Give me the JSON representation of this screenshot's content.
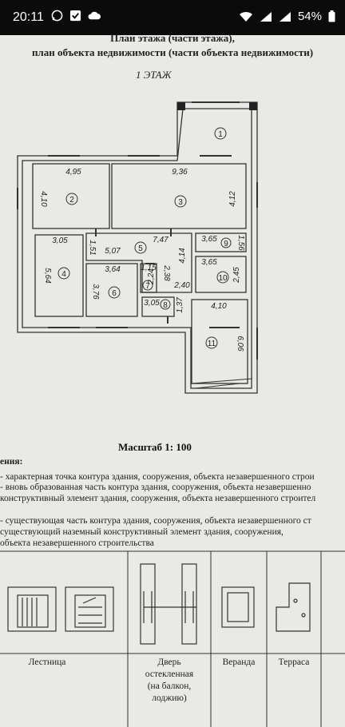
{
  "status_bar": {
    "time": "20:11",
    "battery": "54%"
  },
  "header": {
    "line1": "План этажа (части этажа),",
    "line2": "план объекта недвижимости (части объекта недвижимости)"
  },
  "floor_label": "1 ЭТАЖ",
  "dims": {
    "d495": "4,95",
    "d936": "9,36",
    "d410a": "4,10",
    "d412": "4,12",
    "d305a": "3,05",
    "d507": "5,07",
    "d747": "7,47",
    "d365a": "3,65",
    "d156": "1,56",
    "d564": "5,64",
    "d151": "1,51",
    "d414": "4,14",
    "d364": "3,64",
    "d115": "1,15",
    "d224": "2,24",
    "d238": "2,38",
    "d365b": "3,65",
    "d245": "2,45",
    "d376": "3,76",
    "d240": "2,40",
    "d305b": "3,05",
    "d137": "1,37",
    "d410b": "4,10",
    "d606": "6,06"
  },
  "rooms": [
    "1",
    "2",
    "3",
    "4",
    "5",
    "6",
    "7",
    "8",
    "9",
    "10",
    "11"
  ],
  "scale": "Масштаб 1: 100",
  "legend": {
    "title": "ения:",
    "l1": "- характерная точка контура здания, сооружения, объекта незавершенного строи",
    "l2": "- вновь образованная часть контура здания, сооружения, объекта незавершенно",
    "l3": "конструктивный элемент здания, сооружения, объекта незавершенного строител",
    "l4": "- существующая часть контура здания, сооружения, объекта незавершенного ст",
    "l5": "существующий наземный конструктивный элемент здания, сооружения,",
    "l6": "объекта незавершенного строительства"
  },
  "captions": {
    "stairs": "Лестница",
    "door_l1": "Дверь",
    "door_l2": "остекленная",
    "door_l3": "(на балкон,",
    "door_l4": "лоджию)",
    "veranda": "Веранда",
    "terrace": "Терраса"
  }
}
